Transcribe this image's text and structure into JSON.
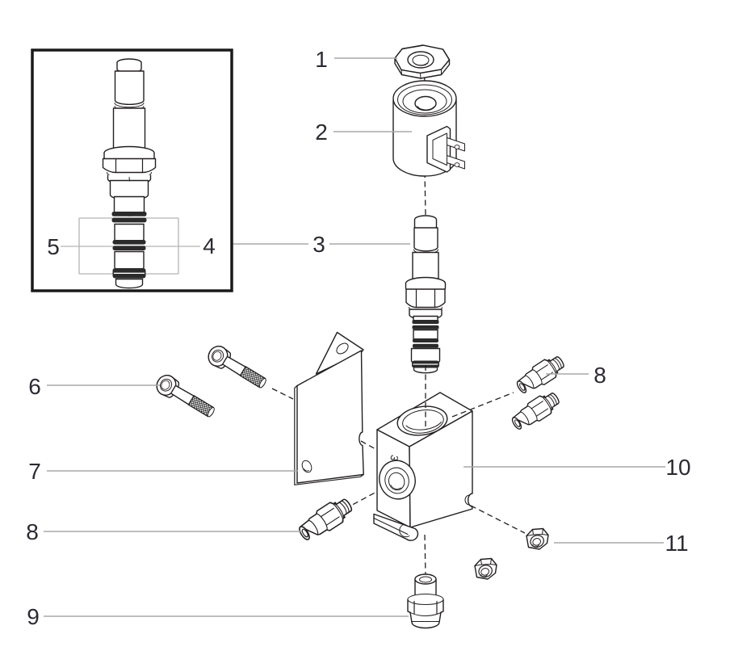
{
  "diagram": {
    "background": "#ffffff",
    "outline_color": "#231f20",
    "leader_color": "#a9a9a9",
    "inset_leader_color": "#b3b3b3",
    "label_color": "#2e2a33",
    "oring_color": "#2b2b2b",
    "block_marking": "3"
  },
  "callouts": {
    "n1": "1",
    "n2": "2",
    "n3": "3",
    "n4": "4",
    "n5": "5",
    "n6": "6",
    "n7": "7",
    "n8": "8",
    "n9": "9",
    "n10": "10",
    "n11": "11"
  }
}
